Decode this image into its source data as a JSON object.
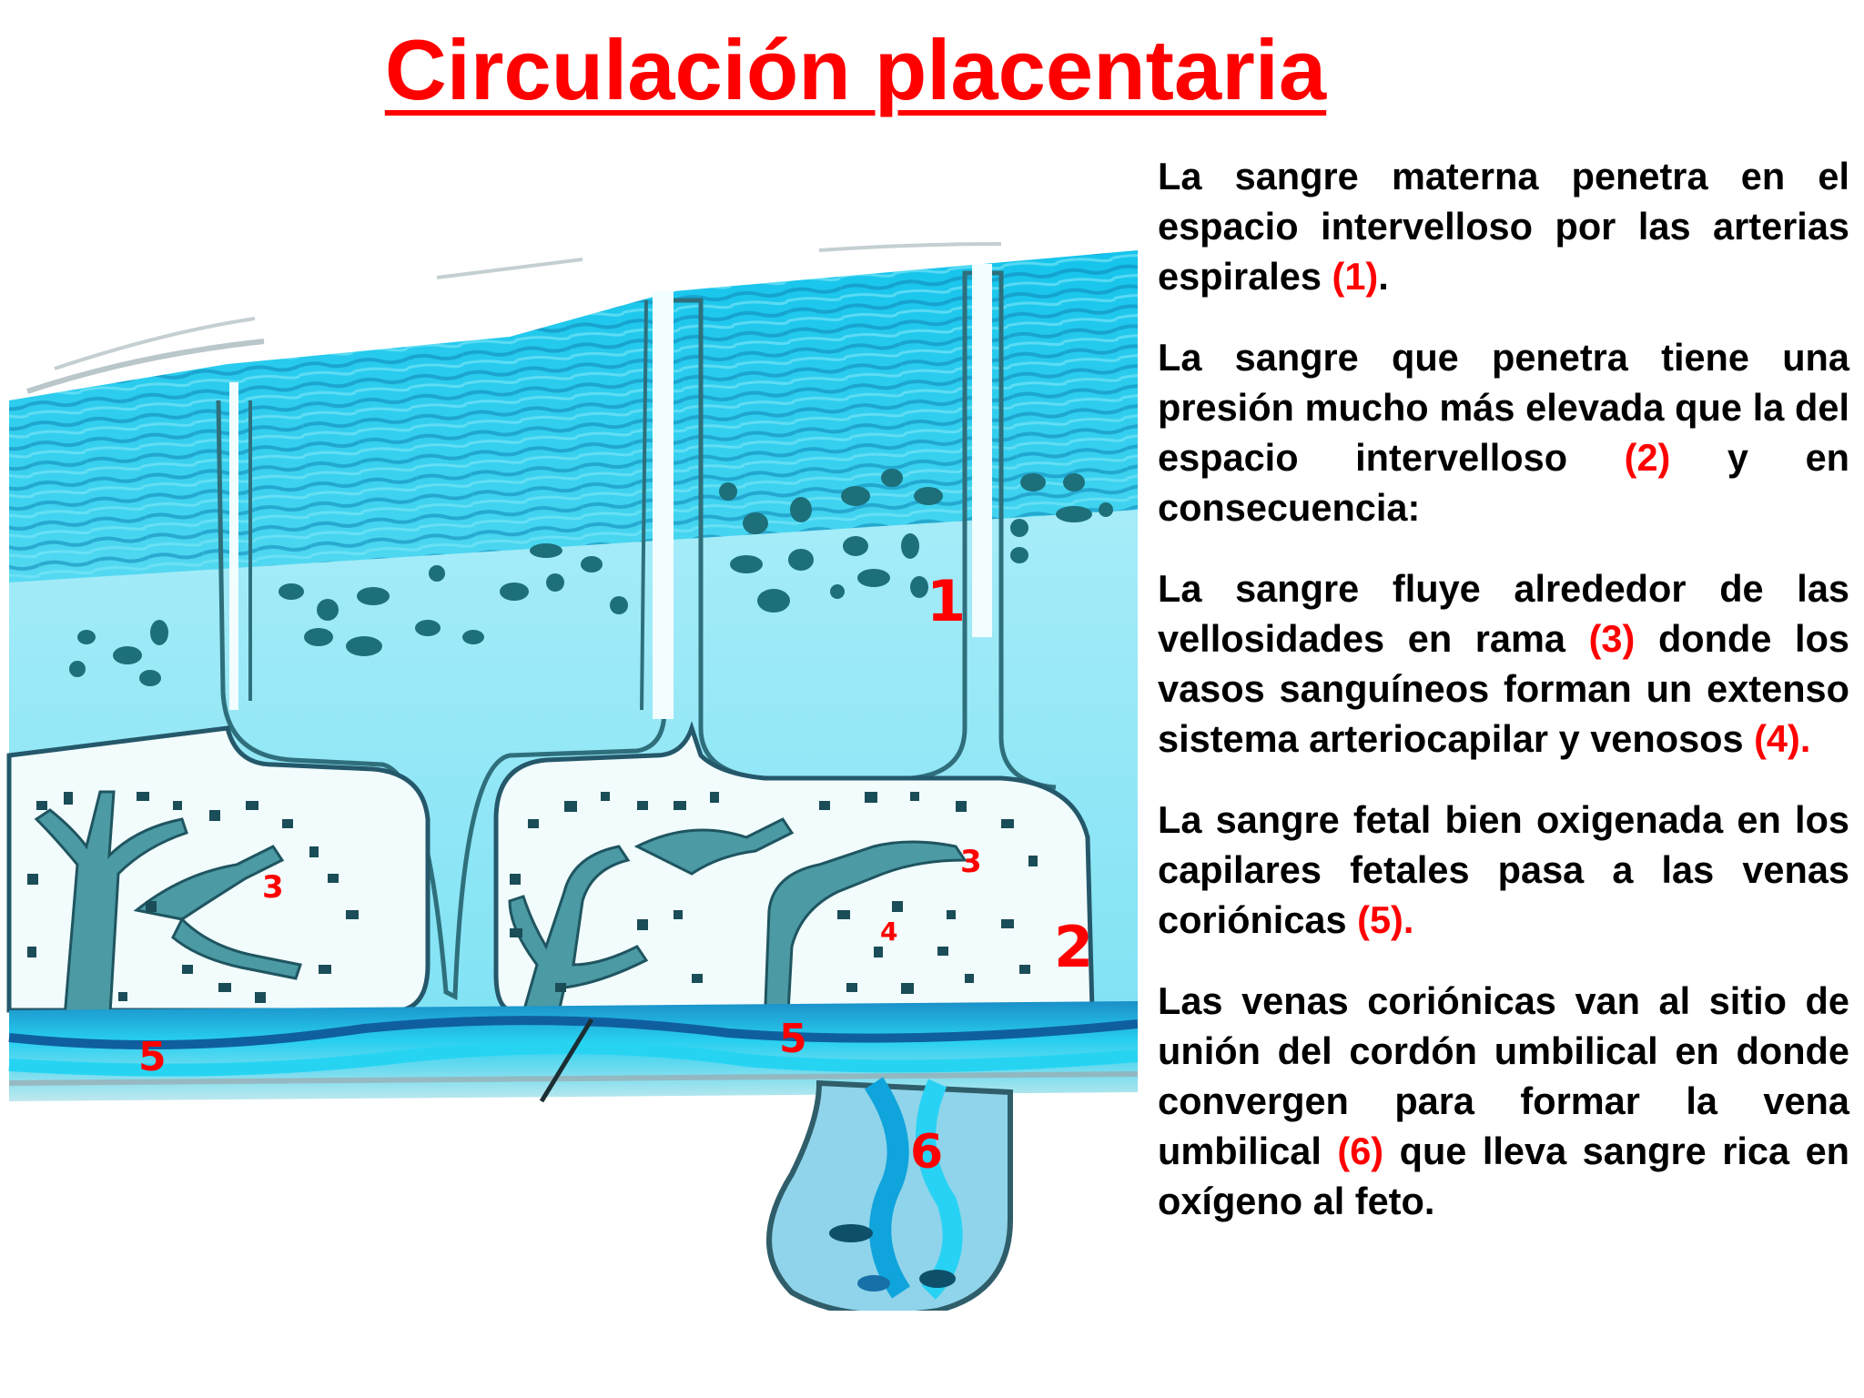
{
  "slide": {
    "title": "Circulación placentaria",
    "colors": {
      "title": "#ff0000",
      "reference": "#ff0000",
      "body_text": "#000000",
      "background": "#ffffff",
      "tissue_cyan": "#3fd0ec",
      "tissue_light": "#a9eef8",
      "villi_teal": "#3c8f9a",
      "outline_dark": "#2a5a68",
      "vessel_blue": "#18b5e0"
    }
  },
  "diagram": {
    "labels": [
      {
        "id": "label-1",
        "text": "1",
        "meaning": "arterias espirales"
      },
      {
        "id": "label-2",
        "text": "2",
        "meaning": "espacio intervelloso"
      },
      {
        "id": "label-3a",
        "text": "3",
        "meaning": "vellosidades en rama"
      },
      {
        "id": "label-3b",
        "text": "3",
        "meaning": "vellosidades en rama"
      },
      {
        "id": "label-4",
        "text": "4",
        "meaning": "sistema arteriocapilar y venoso"
      },
      {
        "id": "label-5a",
        "text": "5",
        "meaning": "venas coriónicas"
      },
      {
        "id": "label-5b",
        "text": "5",
        "meaning": "venas coriónicas"
      },
      {
        "id": "label-6",
        "text": "6",
        "meaning": "vena umbilical"
      }
    ]
  },
  "paragraphs": [
    {
      "before": "La sangre materna penetra en el espacio intervelloso por las arterias espirales ",
      "ref": "(1)",
      "after": "."
    },
    {
      "before": "La sangre que penetra tiene una presión mucho más elevada que la del  espacio intervelloso ",
      "ref": "(2)",
      "after": " y en consecuencia:"
    },
    {
      "before": "La sangre fluye alrededor de las vellosidades en rama ",
      "ref": "(3)",
      "middle": " donde los vasos sanguíneos forman un extenso sistema arteriocapilar y venosos ",
      "ref2": "(4).",
      "after": ""
    },
    {
      "before": "La sangre fetal bien oxigenada en los capilares fetales pasa a las venas coriónicas ",
      "ref": "(5).",
      "after": ""
    },
    {
      "before": "Las venas coriónicas van al sitio de unión del cordón umbilical en donde convergen para formar la vena umbilical ",
      "ref": "(6)",
      "after": " que lleva sangre rica en oxígeno al feto."
    }
  ]
}
